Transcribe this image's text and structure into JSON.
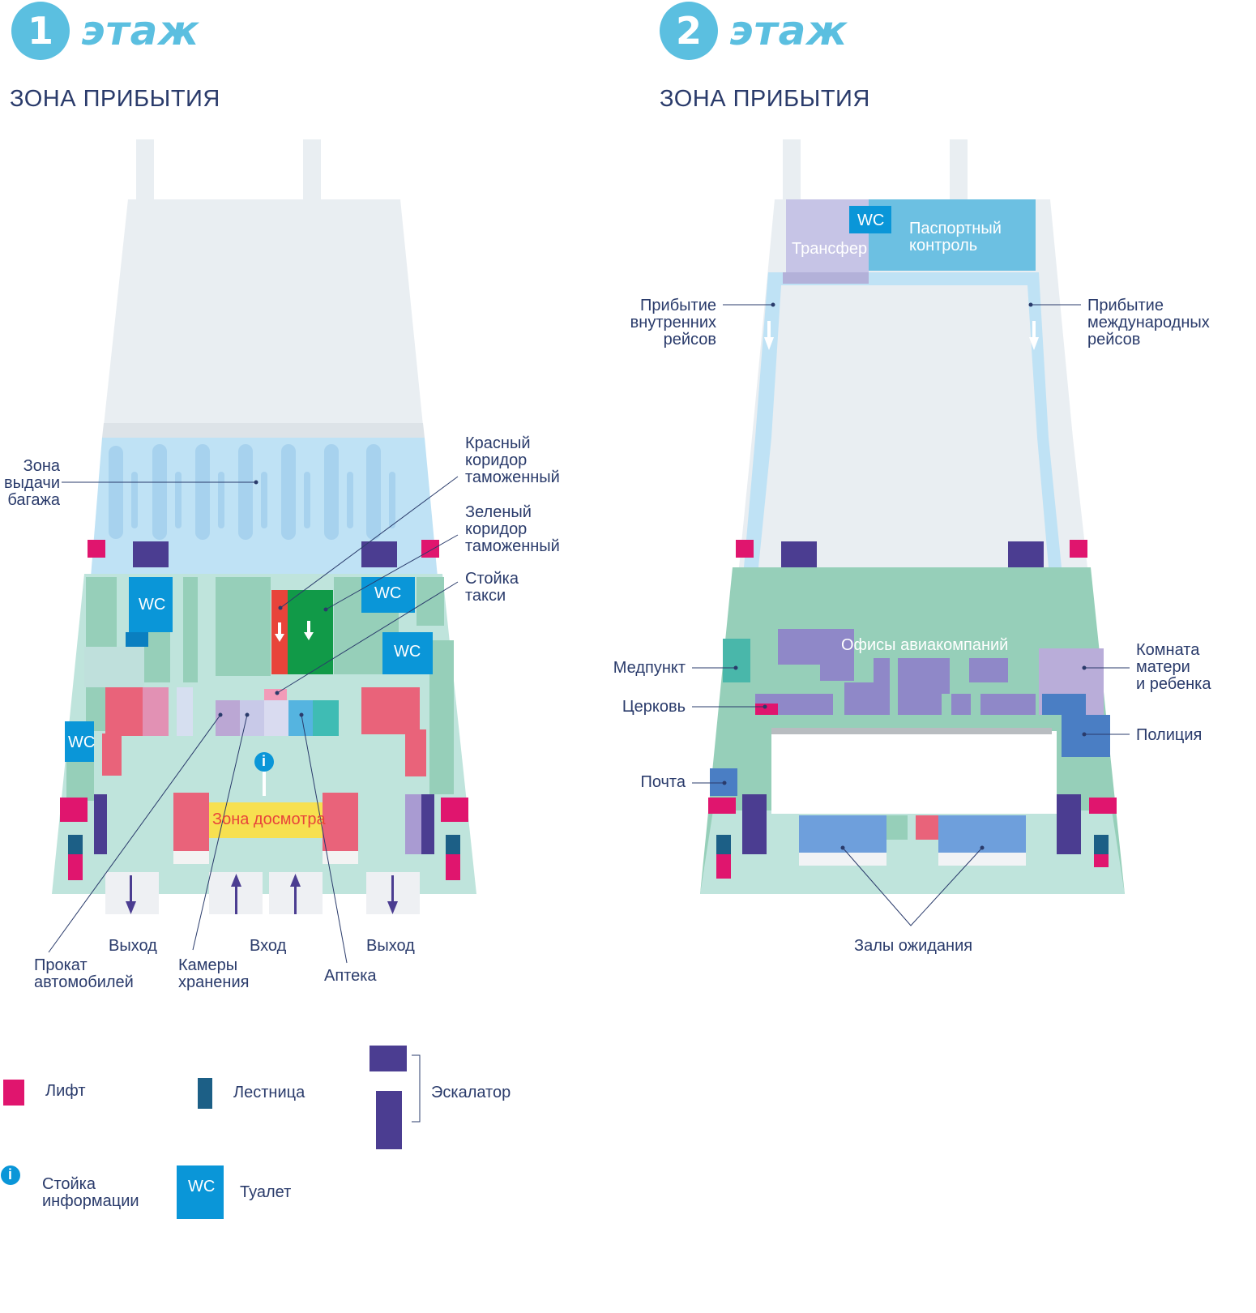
{
  "floor1": {
    "number": "1",
    "word": "этаж",
    "zone_title": "ЗОНА ПРИБЫТИЯ",
    "labels": {
      "baggage": "Зона\nвыдачи\nбагажа",
      "red_corridor": "Красный\nкоридор\nтаможенный",
      "green_corridor": "Зеленый\nкоридор\nтаможенный",
      "taxi": "Стойка\nтакси",
      "exit_left": "Выход",
      "entrance": "Вход",
      "exit_right": "Выход",
      "car_rental": "Прокат\nавтомобилей",
      "luggage_storage": "Камеры\nхранения",
      "pharmacy": "Аптека",
      "inspection": "Зона досмотра",
      "wc": "WC",
      "info": "i"
    }
  },
  "floor2": {
    "number": "2",
    "word": "этаж",
    "zone_title": "ЗОНА ПРИБЫТИЯ",
    "labels": {
      "transfer": "Трансфер",
      "passport": "Паспортный\nконтроль",
      "domestic": "Прибытие\nвнутренних\nрейсов",
      "international": "Прибытие\nмеждународных\nрейсов",
      "airline_offices": "Офисы авиакомпаний",
      "medical": "Медпункт",
      "church": "Церковь",
      "post": "Почта",
      "mother_child": "Комната\nматери\nи ребенка",
      "police": "Полиция",
      "waiting_halls": "Залы ожидания",
      "wc": "WC"
    }
  },
  "legend": {
    "elevator": "Лифт",
    "stairs": "Лестница",
    "escalator": "Эскалатор",
    "info_desk": "Стойка\nинформации",
    "toilet": "Туалет",
    "wc": "WC"
  },
  "colors": {
    "accent": "#5bbfe0",
    "text": "#2a3b6b",
    "floor_grey": "#e9eef2",
    "baggage_blue": "#bfe2f5",
    "hall_green": "#96cfb9",
    "hall_mint": "#bfe4dc",
    "wc_blue": "#0a96d8",
    "elevator": "#e0156e",
    "stairs": "#1c5f86",
    "escalator": "#4b3d91",
    "red_corridor": "#e8443a",
    "green_corridor": "#119a48",
    "inspection": "#f7e050",
    "pink_block": "#e9637a",
    "lavender": "#a99bd2",
    "passport": "#6cc0e2"
  }
}
